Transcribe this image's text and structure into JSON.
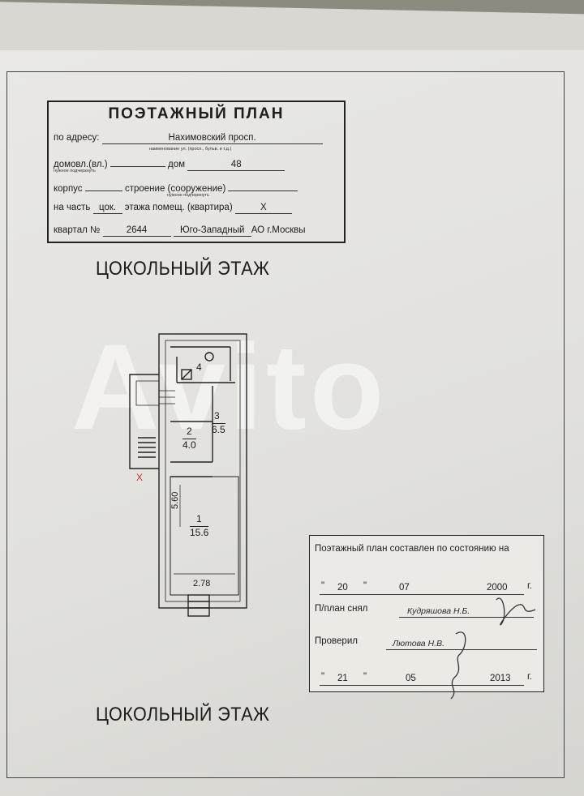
{
  "header": {
    "title": "ПОЭТАЖНЫЙ ПЛАН",
    "address_label": "по адресу:",
    "address_value": "Нахимовский просп.",
    "address_hint": "наименование ул. (просп., бульв. и т.д.)",
    "domovl_label": "домовл.(вл.)",
    "dom_label": "дом",
    "dom_value": "48",
    "domovl_hint": "нужное подчеркнуть",
    "korpus_label": "корпус",
    "stroenie_label": "строение (сооружение)",
    "korpus_hint": "нужное подчеркнуть",
    "part_label": "на часть",
    "part_value": "цок.",
    "floor_label": "этажа помещ. (квартира)",
    "floor_value": "X",
    "kvartal_label": "квартал №",
    "kvartal_value": "2644",
    "district_value": "Юго-Западный",
    "district_suffix": "АО г.Москвы"
  },
  "heading_top": "ЦОКОЛЬНЫЙ ЭТАЖ",
  "heading_bottom": "ЦОКОЛЬНЫЙ ЭТАЖ",
  "watermark": "Avito",
  "plan": {
    "rooms": [
      {
        "number": "4",
        "area": ""
      },
      {
        "number": "3",
        "area": "6.5"
      },
      {
        "number": "2",
        "area": "4.0"
      },
      {
        "number": "1",
        "area": "15.6"
      }
    ],
    "dim_vertical": "5.60",
    "dim_horizontal": "2.78",
    "entrance_mark": "X"
  },
  "stamp": {
    "line1": "Поэтажный план составлен по состоянию на",
    "date1_day": "20",
    "date1_month": "07",
    "date1_year": "2000",
    "year_suffix": "г.",
    "taken_label": "П/план снял",
    "taken_name": "Кудряшова Н.Б.",
    "checked_label": "Проверил",
    "checked_name": "Лютова Н.В.",
    "date2_day": "21",
    "date2_month": "05",
    "date2_year": "2013",
    "quote": "\""
  }
}
